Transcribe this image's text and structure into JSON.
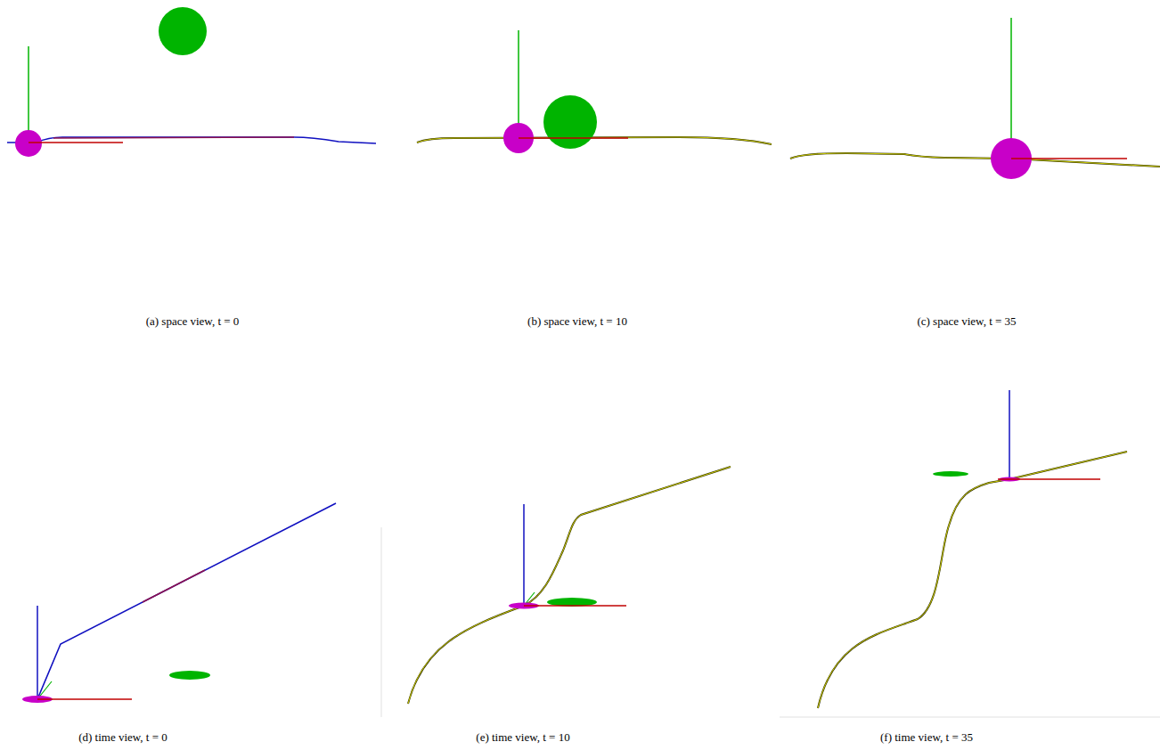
{
  "diagram": {
    "labels": [
      "(a) space view, t = 0",
      "(b) space view, t = 10",
      "(c) space view, t = 35",
      "(d) time view, t = 0",
      "(e) time view, t = 10",
      "(f) time view, t = 35"
    ]
  }
}
